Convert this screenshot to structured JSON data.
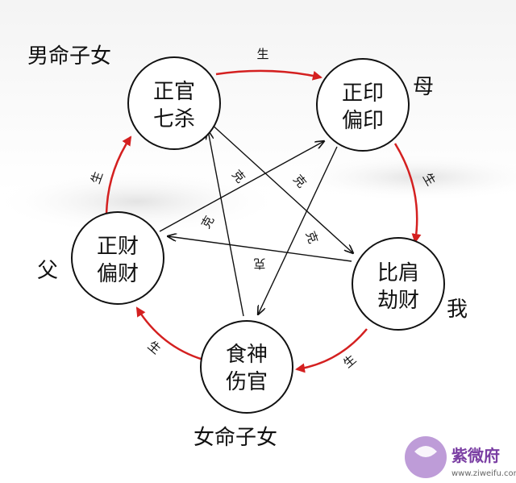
{
  "nodes": {
    "top": {
      "line1": "正官",
      "line2": "七杀"
    },
    "right": {
      "line1": "正印",
      "line2": "偏印"
    },
    "lowR": {
      "line1": "比肩",
      "line2": "劫财"
    },
    "bottom": {
      "line1": "食神",
      "line2": "伤官"
    },
    "left": {
      "line1": "正财",
      "line2": "偏财"
    }
  },
  "roles": {
    "top_left": "男命子女",
    "right_top": "母",
    "left": "父",
    "lowR": "我",
    "bottom": "女命子女"
  },
  "relations": {
    "generate": "生",
    "control": "克"
  },
  "watermark": {
    "brand": "紫微府",
    "url": "www.ziweifu.com"
  },
  "colors": {
    "generate_arrow": "#d42020",
    "control_arrow": "#111111",
    "node_stroke": "#111111",
    "brand": "#7a3ea3"
  }
}
